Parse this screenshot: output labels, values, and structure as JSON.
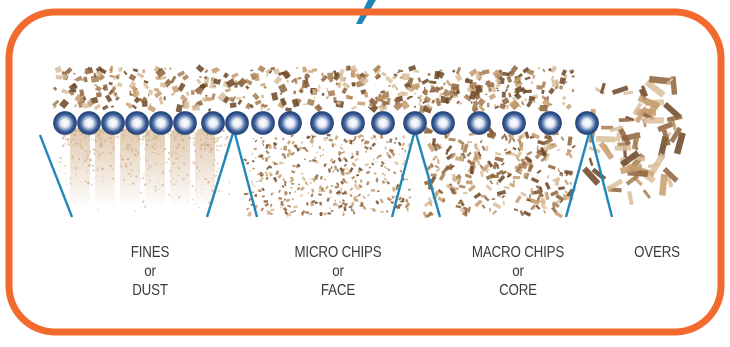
{
  "accent_color": "#F26A2E",
  "line_color": "#1E86B8",
  "roller_color": "#3C5F9C",
  "particle_colors": [
    "#8C6239",
    "#A67C52",
    "#C69C6D",
    "#6B4423",
    "#D8BE9A"
  ],
  "stages": [
    {
      "name": "fines",
      "lines": [
        "FINES",
        "or",
        "DUST"
      ]
    },
    {
      "name": "micro-chips",
      "lines": [
        "MICRO CHIPS",
        "or",
        "FACE"
      ]
    },
    {
      "name": "macro-chips",
      "lines": [
        "MACRO CHIPS",
        "or",
        "CORE"
      ]
    },
    {
      "name": "overs",
      "lines": [
        "OVERS"
      ]
    }
  ]
}
